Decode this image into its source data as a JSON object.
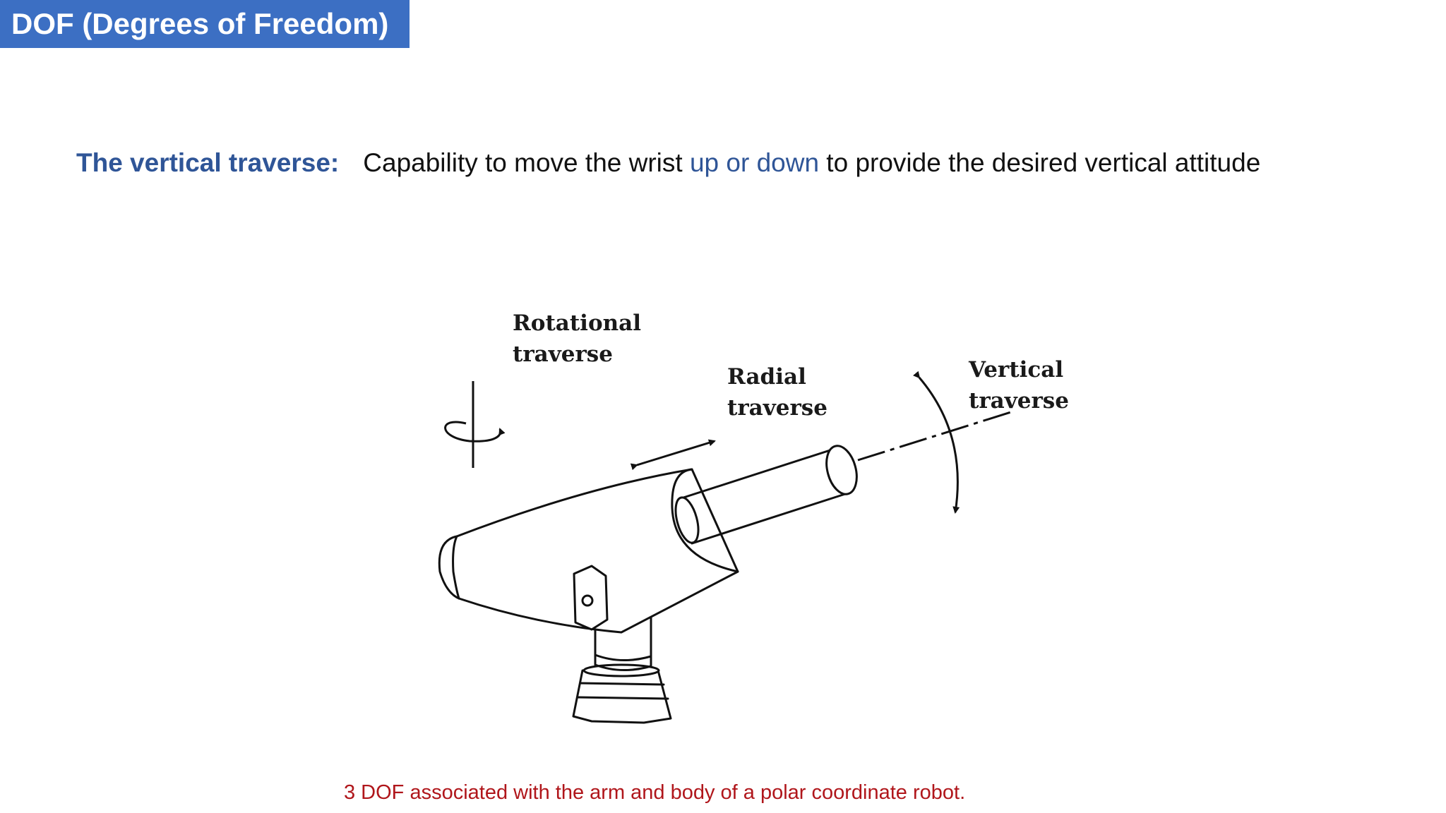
{
  "header": {
    "title": "DOF (Degrees of Freedom)"
  },
  "definition": {
    "term": "The vertical traverse:",
    "text_before": "Capability to move the wrist ",
    "highlight": "up or down",
    "text_after": " to provide the desired vertical attitude"
  },
  "figure": {
    "labels": {
      "rotational_line1": "Rotational",
      "rotational_line2": "traverse",
      "radial_line1": "Radial",
      "radial_line2": "traverse",
      "vertical_line1": "Vertical",
      "vertical_line2": "traverse"
    }
  },
  "caption": "3 DOF associated with the arm and body of a polar coordinate robot.",
  "colors": {
    "title_bg": "#3c6fc3",
    "term": "#2f5597",
    "caption": "#b0161b"
  }
}
